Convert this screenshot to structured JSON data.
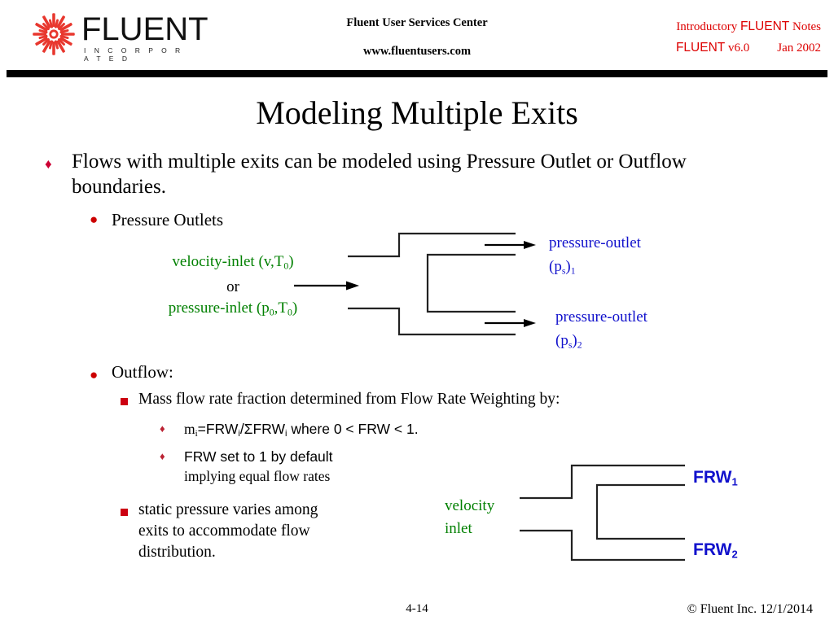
{
  "header": {
    "logo_wordmark": "FLUENT",
    "logo_subtext": "I N C O R P O R A T E D",
    "center_line1": "Fluent User Services Center",
    "center_line2": "www.fluentusers.com",
    "right_line1_a": "Introductory ",
    "right_line1_b": "FLUENT",
    "right_line1_c": " Notes",
    "right_line2_a": "FLUENT",
    "right_line2_b": " v6.0",
    "right_line2_c": "Jan 2002",
    "accent_red": "#dd0000",
    "rule_color": "#000000"
  },
  "title": "Modeling Multiple Exits",
  "bullets": {
    "level1": "Flows with multiple exits can be modeled using Pressure Outlet or Outflow boundaries.",
    "level2_a": "Pressure Outlets",
    "level2_b": "Outflow:",
    "level3_a": "Mass flow rate fraction determined from Flow Rate Weighting by:",
    "level3_b_line1": "static pressure varies among",
    "level3_b_line2": "exits to accommodate flow",
    "level3_b_line3": "distribution.",
    "level4_a_m": "m",
    "level4_a_m_sub": "i",
    "level4_a_eq": "=FRW",
    "level4_a_eq_sub": "i",
    "level4_a_sigma": "/ΣFRW",
    "level4_a_sigma_sub": "i",
    "level4_a_tail": " where 0 < FRW < 1.",
    "level4_b_line1": "FRW set to 1 by default",
    "level4_b_line2": "implying equal flow rates",
    "marker_diamond": "♦",
    "marker_dot": "●",
    "marker_small": "♦",
    "color_red_diamond": "#cc0033",
    "color_red_dot": "#cc0000",
    "color_red_square": "#cc0011"
  },
  "diagram1": {
    "name": "pressure-outlet-duct-diagram",
    "inlet_line1": "velocity-inlet (v,T",
    "inlet_line1_sub": "0",
    "inlet_line1_end": ")",
    "inlet_or": "or",
    "inlet_line2": "pressure-inlet (p",
    "inlet_line2_sub1": "0",
    "inlet_line2_mid": ",T",
    "inlet_line2_sub2": "0",
    "inlet_line2_end": ")",
    "outlet1_line1": "pressure-outlet",
    "outlet1_line2_a": "(p",
    "outlet1_line2_sub": "s",
    "outlet1_line2_b": ")",
    "outlet1_index": "1",
    "outlet2_line1": "pressure-outlet",
    "outlet2_line2_a": "(p",
    "outlet2_line2_sub": "s",
    "outlet2_line2_b": ")",
    "outlet2_index": "2",
    "label_color_inlet": "#008000",
    "label_color_outlet": "#1111cc"
  },
  "diagram2": {
    "name": "outflow-frw-duct-diagram",
    "inlet_line1": "velocity",
    "inlet_line2": "inlet",
    "frw1": "FRW",
    "frw1_sub": "1",
    "frw2": "FRW",
    "frw2_sub": "2",
    "label_color_inlet": "#008000",
    "label_color_frw": "#1111cc"
  },
  "footer": {
    "page_number": "4-14",
    "copyright": "© Fluent Inc. 12/1/2014"
  }
}
